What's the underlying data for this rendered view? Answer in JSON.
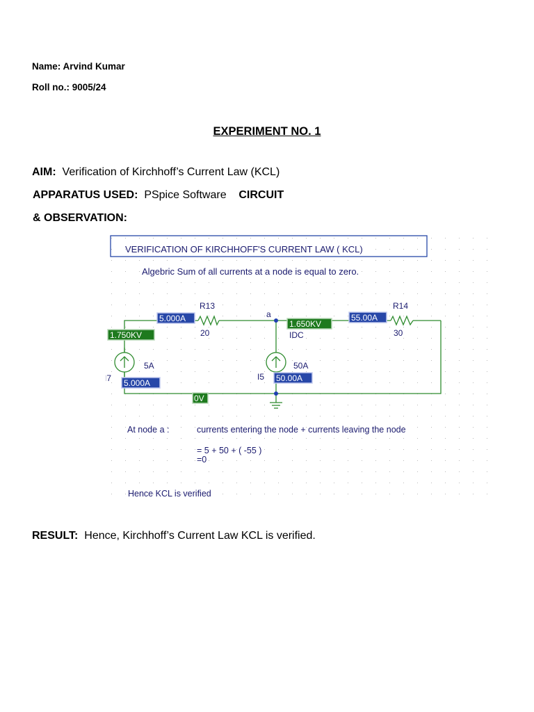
{
  "header": {
    "name_label": "Name:",
    "name_value": "Arvind Kumar",
    "roll_label": "Roll no.:",
    "roll_value": "9005/24"
  },
  "title": "EXPERIMENT NO. 1",
  "aim": {
    "label": "AIM:",
    "text": "Verification of Kirchhoff’s Current Law (KCL)"
  },
  "apparatus": {
    "label": "APPARATUS USED:",
    "text": "PSpice Software",
    "trailing": "CIRCUIT"
  },
  "observation_label": "& OBSERVATION:",
  "circuit": {
    "title": "VERIFICATION OF KIRCHHOFF'S CURRENT LAW ( KCL)",
    "subtitle": "Algebric Sum of all currents at a node is equal to zero.",
    "r13_name": "R13",
    "r13_value": "20",
    "r14_name": "R14",
    "r14_value": "30",
    "node_label": "a",
    "i7_name": "I7",
    "i7_value": "5A",
    "i5_name": "I5",
    "i5_value": "50A",
    "idc_label": "IDC",
    "probe_r13_current": "5.000A",
    "probe_i7_voltage": "1.750KV",
    "probe_i7_current": "5.000A",
    "probe_ground_voltage": "0V",
    "probe_node_voltage": "1.650KV",
    "probe_r14_current": "55.00A",
    "probe_i5_current": "50.00A",
    "note_node": "At node a :",
    "note_sum": "currents entering the node + currents leaving the node",
    "eq_line1": "= 5 + 50 + ( -55 )",
    "eq_line2": "=0",
    "conclusion": "Hence KCL is verified",
    "colors": {
      "wire": "#2e8b2e",
      "probe_green": "#1e7a1e",
      "probe_blue": "#2747a8",
      "node": "#1f3fb0",
      "grid_dot": "#b8b8b8"
    }
  },
  "result": {
    "label": "RESULT:",
    "text": "Hence, Kirchhoff’s Current Law KCL is verified."
  }
}
